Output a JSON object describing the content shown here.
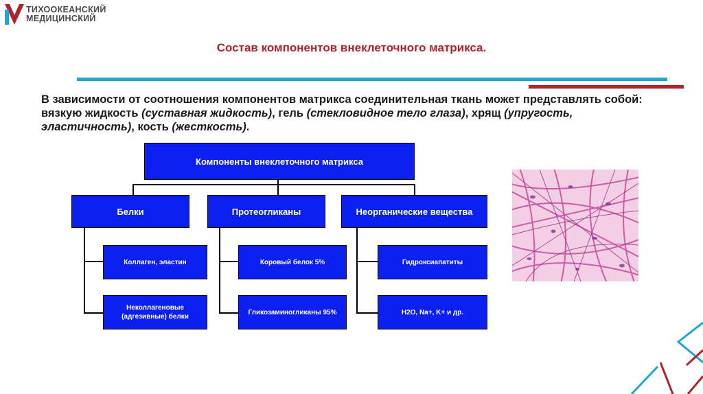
{
  "logo": {
    "line1": "ТИХООКЕАНСКИЙ",
    "line2": "МЕДИЦИНСКИЙ"
  },
  "title": "Состав компонентов внеклеточного матрикса.",
  "paragraph": {
    "p1": "В зависимости от соотношения компонентов матрикса соединительная ткань может представлять собой: вязкую жидкость ",
    "i1": "(суставная жидкость)",
    "p2": ", гель ",
    "i2": "(стекловидное тело глаза)",
    "p3": ", хрящ ",
    "i3": "(упругость, эластичность)",
    "p4": ", кость ",
    "i4": "(жесткость)",
    "p5": "."
  },
  "diagram": {
    "root": "Компоненты внеклеточного матрикса",
    "branches": [
      {
        "label": "Белки",
        "children": [
          "Коллаген, эластин",
          "Неколлагеновые (адгезивные) белки"
        ]
      },
      {
        "label": "Протеогликаны",
        "children": [
          "Коровый белок 5%",
          "Гликозаминогликаны 95%"
        ]
      },
      {
        "label": "Неорганические вещества",
        "children": [
          "Гидроксиапатиты",
          "H2O, Na+, K+ и др."
        ]
      }
    ]
  },
  "colors": {
    "title": "#b0232a",
    "accent_blue": "#1ea5d6",
    "box_blue": "#0a1ff0"
  }
}
